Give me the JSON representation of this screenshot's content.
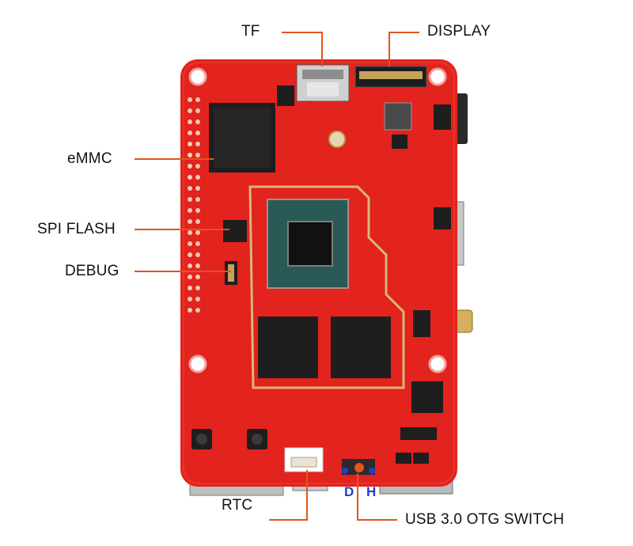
{
  "colors": {
    "board": "#e3231d",
    "board_dark": "#b8140f",
    "callout_line": "#e1551e",
    "label_text": "#111111",
    "switch_letters": "#1f3fd0",
    "chip": "#1e1e1e",
    "gold_trace": "#d9b77a"
  },
  "callouts": {
    "tf": "TF",
    "display": "DISPLAY",
    "emmc": "eMMC",
    "spi_flash": "SPI FLASH",
    "debug": "DEBUG",
    "rtc": "RTC",
    "usb_otg_switch": "USB 3.0 OTG SWITCH"
  },
  "switch_positions": {
    "left": "D",
    "right": "H"
  },
  "icons": [
    "mounting-hole-icon",
    "push-button-icon",
    "usb-port-icon"
  ]
}
